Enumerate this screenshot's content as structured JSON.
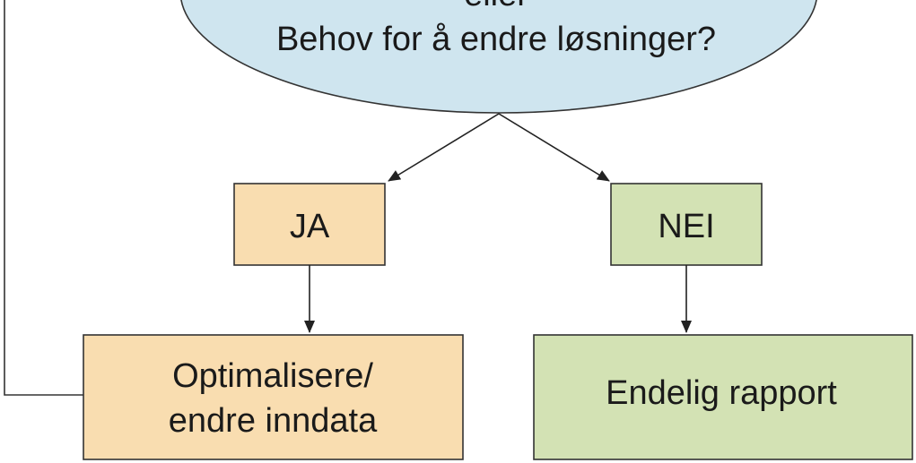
{
  "decision": {
    "line_1": "eller",
    "line_2": "Behov for å endre løsninger?",
    "fill": "#cfe5ef"
  },
  "branch_yes": {
    "label": "JA",
    "fill": "#f9ddb0"
  },
  "branch_no": {
    "label": "NEI",
    "fill": "#d3e2b4"
  },
  "action_yes": {
    "line_1": "Optimalisere/",
    "line_2": "endre inndata",
    "fill": "#f9ddb0"
  },
  "action_no": {
    "label": "Endelig rapport",
    "fill": "#d3e2b4"
  },
  "stroke_color": "#333333"
}
